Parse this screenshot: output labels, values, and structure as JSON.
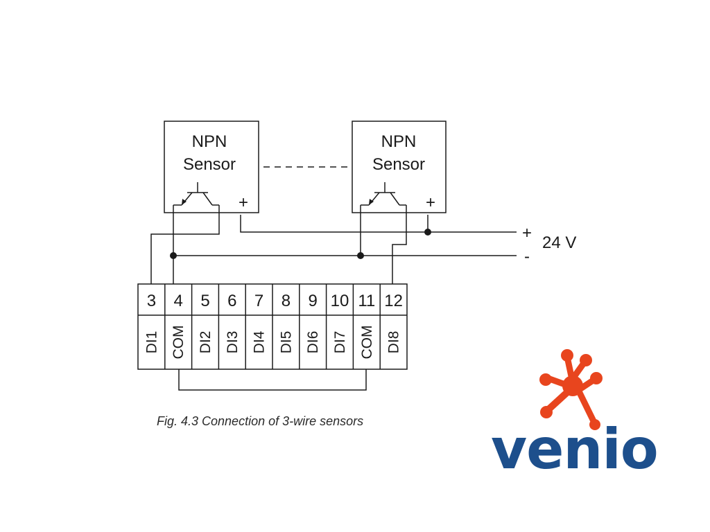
{
  "sensors": [
    {
      "line1": "NPN",
      "line2": "Sensor",
      "plus": "+"
    },
    {
      "line1": "NPN",
      "line2": "Sensor",
      "plus": "+"
    }
  ],
  "supply": {
    "plus": "+",
    "minus": "-",
    "voltage": "24 V"
  },
  "terminals": [
    {
      "num": "3",
      "label": "DI1"
    },
    {
      "num": "4",
      "label": "COM"
    },
    {
      "num": "5",
      "label": "DI2"
    },
    {
      "num": "6",
      "label": "DI3"
    },
    {
      "num": "7",
      "label": "DI4"
    },
    {
      "num": "8",
      "label": "DI5"
    },
    {
      "num": "9",
      "label": "DI6"
    },
    {
      "num": "10",
      "label": "DI7"
    },
    {
      "num": "11",
      "label": "COM"
    },
    {
      "num": "12",
      "label": "DI8"
    }
  ],
  "caption": "Fig. 4.3   Connection of 3-wire sensors",
  "logo": {
    "text": "venio",
    "text_color": "#1d4f8c",
    "accent_color": "#e8451e"
  },
  "colors": {
    "line": "#1a1a1a"
  }
}
